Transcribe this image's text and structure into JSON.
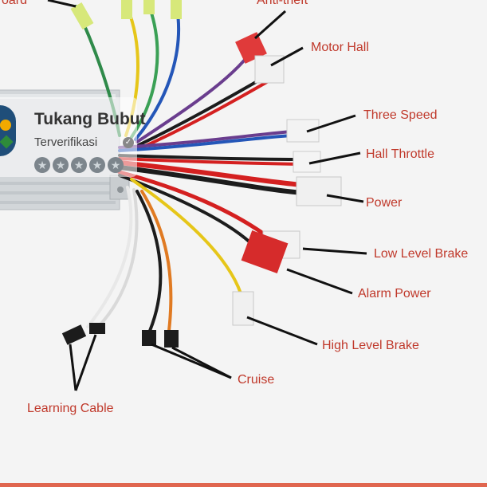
{
  "labels": {
    "board": "oard",
    "anti_theft": "Anti-theft",
    "motor_hall": "Motor Hall",
    "three_speed": "Three Speed",
    "hall_throttle": "Hall Throttle",
    "power": "Power",
    "low_level_brake": "Low Level Brake",
    "alarm_power": "Alarm Power",
    "high_level_brake": "High Level Brake",
    "cruise": "Cruise",
    "learning_cable": "Learning Cable"
  },
  "seller": {
    "name": "Tukang Bubut",
    "status": "Terverifikasi",
    "rating_stars": 5
  },
  "colors": {
    "label_text": "#c0392b",
    "controller_body": "#d9dde0",
    "wire_red": "#d42020",
    "wire_yellow": "#e6c619",
    "wire_green": "#2f8a4a",
    "wire_blue": "#2456b8",
    "wire_black": "#1c1c1c",
    "wire_orange": "#e07a22",
    "wire_white": "#e8e8e8",
    "wire_purple": "#6a3d8e"
  }
}
